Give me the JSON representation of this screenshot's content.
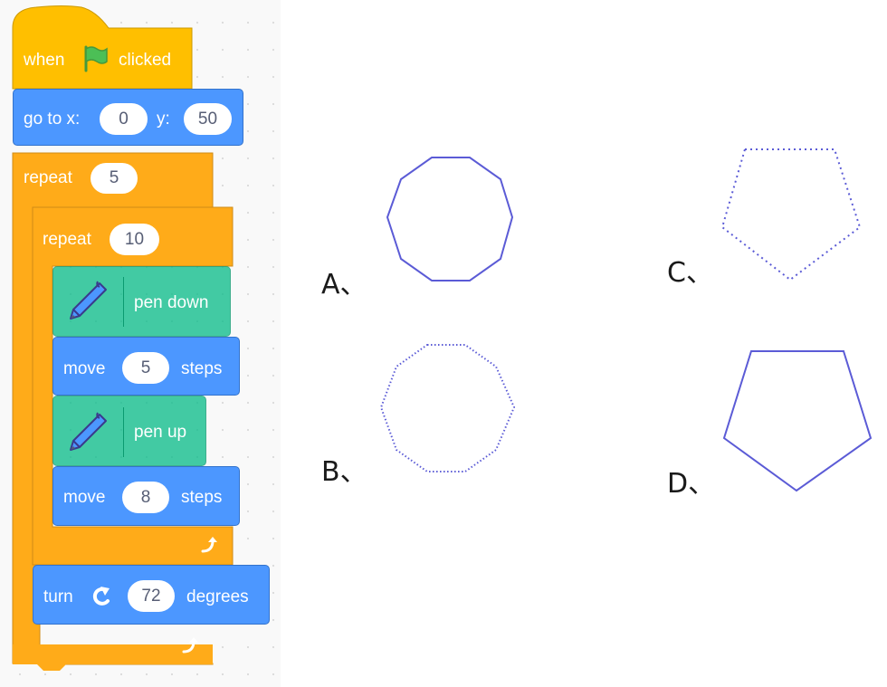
{
  "script": {
    "hat": {
      "label_when": "when",
      "label_clicked": "clicked",
      "flag_icon": "green-flag-icon"
    },
    "goto": {
      "label": "go to x:",
      "x_value": "0",
      "label_y": "y:",
      "y_value": "50"
    },
    "outer_repeat": {
      "label": "repeat",
      "count": "5"
    },
    "inner_repeat": {
      "label": "repeat",
      "count": "10"
    },
    "pen_down": {
      "label": "pen down",
      "icon": "pen-icon"
    },
    "move1": {
      "label": "move",
      "value": "5",
      "unit": "steps"
    },
    "pen_up": {
      "label": "pen up",
      "icon": "pen-icon"
    },
    "move2": {
      "label": "move",
      "value": "8",
      "unit": "steps"
    },
    "turn": {
      "label": "turn",
      "value": "72",
      "unit": "degrees",
      "icon": "rotate-clockwise-icon"
    },
    "loop_icon": "loop-arrow-icon"
  },
  "options": [
    {
      "label": "A、",
      "shape": "decagon",
      "stroke": "solid"
    },
    {
      "label": "B、",
      "shape": "decagon",
      "stroke": "dotted"
    },
    {
      "label": "C、",
      "shape": "pentagon",
      "stroke": "dotted"
    },
    {
      "label": "D、",
      "shape": "pentagon",
      "stroke": "solid"
    }
  ],
  "colors": {
    "events": "#ffbf00",
    "motion": "#4c97ff",
    "control": "#ffab19",
    "pen": "#0fbd8c",
    "shape_stroke": "#5b5bd6"
  }
}
